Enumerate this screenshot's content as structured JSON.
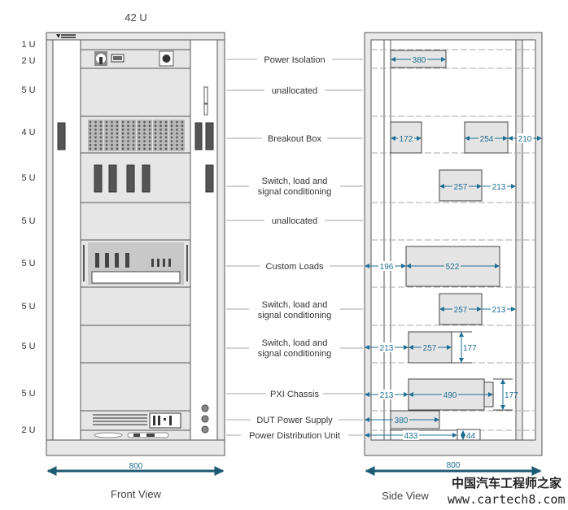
{
  "header": {
    "rack_height": "42 U"
  },
  "unit_labels": [
    "1 U",
    "2 U",
    "5 U",
    "4 U",
    "5 U",
    "5 U",
    "5 U",
    "5 U",
    "5 U",
    "5 U",
    "2 U"
  ],
  "components": [
    {
      "line1": "Power Isolation"
    },
    {
      "line1": "unallocated"
    },
    {
      "line1": "Breakout Box"
    },
    {
      "line1": "Switch, load and",
      "line2": "signal conditioning"
    },
    {
      "line1": "unallocated"
    },
    {
      "line1": "Custom Loads"
    },
    {
      "line1": "Switch, load and",
      "line2": "signal conditioning"
    },
    {
      "line1": "Switch, load and",
      "line2": "signal conditioning"
    },
    {
      "line1": "PXI Chassis"
    },
    {
      "line1": "DUT Power Supply"
    },
    {
      "line1": "Power Distribution Unit"
    }
  ],
  "dimensions": {
    "power_isolation_depth": "380",
    "breakout_front": "172",
    "breakout_rear": "254",
    "breakout_rear_gap": "210",
    "switch1_depth": "257",
    "switch1_gap": "213",
    "custom_loads_offset": "196",
    "custom_loads_depth": "522",
    "switch2_depth": "257",
    "switch2_gap": "213",
    "switch3_offset": "213",
    "switch3_depth": "257",
    "switch3_height": "177",
    "pxi_offset": "213",
    "pxi_depth": "490",
    "pxi_height": "177",
    "dut_depth": "380",
    "pdu_depth": "433",
    "pdu_height": "44",
    "front_width": "800",
    "side_width": "800"
  },
  "views": {
    "front": "Front View",
    "side": "Side View"
  },
  "watermark": {
    "line1": "中国汽车工程师之家",
    "line2": "www.cartech8.com"
  },
  "colors": {
    "dimension": "#1d6f94",
    "panel": "#e6e6e6",
    "arrow": "#1d5a73"
  }
}
